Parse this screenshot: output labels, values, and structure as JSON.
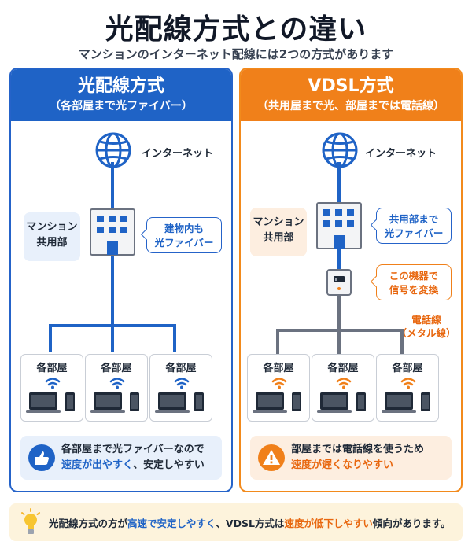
{
  "title": "光配線方式との違い",
  "subtitle": "マンションのインターネット配線には2つの方式があります",
  "left": {
    "heading": "光配線方式",
    "subheading": "（各部屋まで光ファイバー）",
    "internet_label": "インターネット",
    "building_label_1": "マンション",
    "building_label_2": "共用部",
    "callout_1": "建物内も",
    "callout_2": "光ファイバー",
    "rooms": [
      "各部屋",
      "各部屋",
      "各部屋"
    ],
    "summary_line1": "各部屋まで光ファイバーなので",
    "summary_hl": "速度が出やすく",
    "summary_rest": "、安定しやすい",
    "color": "#1f63c6"
  },
  "right": {
    "heading": "VDSL方式",
    "subheading": "（共用屋まで光、部屋までは電話線）",
    "internet_label": "インターネット",
    "building_label_1": "マンション",
    "building_label_2": "共用部",
    "callout_1": "共用部まで",
    "callout_2": "光ファイバー",
    "device_callout_1": "この機器で",
    "device_callout_2": "信号を変換",
    "phone_line_1": "電話線",
    "phone_line_2": "（メタル線）",
    "rooms": [
      "各部屋",
      "各部屋",
      "各部屋"
    ],
    "summary_line1": "部屋までは電話線を使うため",
    "summary_hl": "速度が遅くなりやすい",
    "color": "#f0801a"
  },
  "tip": {
    "part1": "光配線方式の方が",
    "hl1": "高速で安定しやすく",
    "part2": "、VDSL方式は",
    "hl2": "速度が低下しやすい",
    "part3": "傾向があります。"
  },
  "icons": [
    "globe-icon",
    "building-icon",
    "laptop-icon",
    "smartphone-icon",
    "wifi-icon",
    "thumbs-up-icon",
    "warning-icon",
    "lightbulb-icon",
    "vdsl-modem-icon"
  ]
}
